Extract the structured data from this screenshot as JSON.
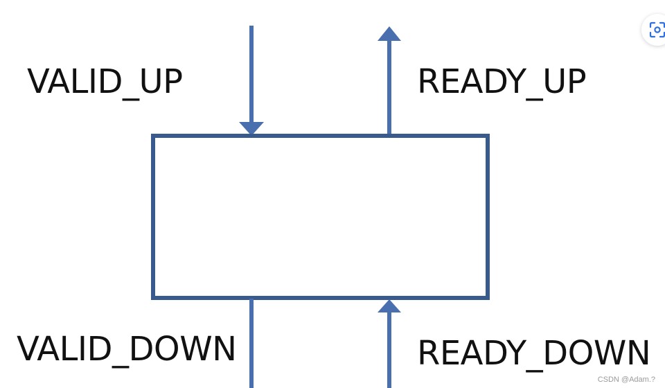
{
  "labels": {
    "valid_up": "VALID_UP",
    "ready_up": "READY_UP",
    "valid_down": "VALID_DOWN",
    "ready_down": "READY_DOWN"
  },
  "watermark": "CSDN @Adam.?",
  "icons": {
    "scan_button": "image-scan-icon"
  },
  "colors": {
    "line": "#4a6fae",
    "box": "#385a8c",
    "text": "#111111"
  }
}
